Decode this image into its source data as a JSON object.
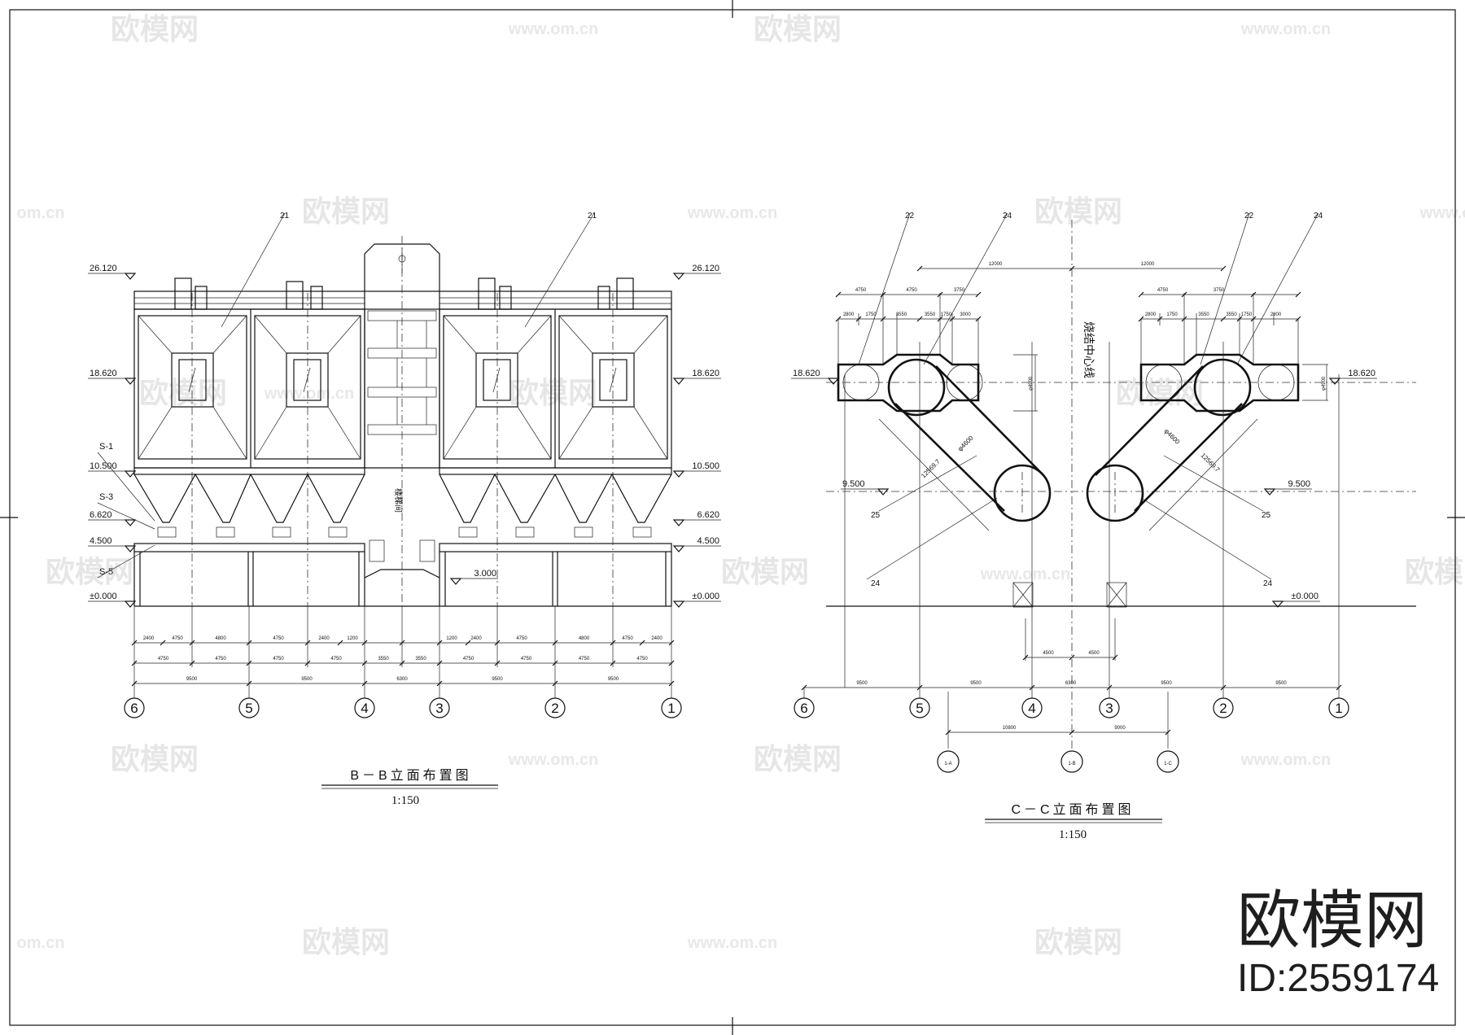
{
  "watermark": {
    "brand": "欧模网",
    "url": "www.om.cn",
    "short_url": "om.cn"
  },
  "branding": {
    "logo_text": "欧模网",
    "id_text": "ID:2559174"
  },
  "view_bb": {
    "title": "B－B立面布置图",
    "scale": "1:150",
    "levels_left": [
      "26.120",
      "18.620",
      "10.500",
      "6.620",
      "4.500",
      "±0.000"
    ],
    "levels_right": [
      "26.120",
      "18.620",
      "10.500",
      "6.620",
      "4.500",
      "±0.000"
    ],
    "level_mid": "3.000",
    "section_tags": [
      "S-1",
      "S-3",
      "S-5"
    ],
    "callouts": [
      "21",
      "21"
    ],
    "stair_label": "楼梯间",
    "axis_labels": [
      "6",
      "5",
      "4",
      "3",
      "2",
      "1"
    ],
    "dims_row1": [
      "2400",
      "4750",
      "4800",
      "4750",
      "2400",
      "1200",
      "1200",
      "2400",
      "4750",
      "4800",
      "4750",
      "2400"
    ],
    "dims_row2": [
      "4750",
      "4750",
      "4750",
      "4750",
      "3550",
      "3550",
      "4750",
      "4750",
      "4750",
      "4750"
    ],
    "dims_row3": [
      "9500",
      "9500",
      "6300",
      "9500",
      "9500"
    ]
  },
  "view_cc": {
    "title": "C－C立面布置图",
    "scale": "1:150",
    "levels_left": [
      "18.620",
      "9.500"
    ],
    "levels_right": [
      "18.620",
      "9.500",
      "±0.000"
    ],
    "callouts": [
      "22",
      "24",
      "22",
      "24",
      "25",
      "25",
      "24",
      "24"
    ],
    "duct_dims": [
      "φ4600",
      "φ4600",
      "12569.7",
      "12569.7",
      "φ4900",
      "φ4900"
    ],
    "centerline_label": "烧结中心线",
    "axis_labels": [
      "6",
      "5",
      "4",
      "3",
      "2",
      "1"
    ],
    "sub_axis_labels": [
      "1-A",
      "1-B",
      "1-C"
    ],
    "top_dims": [
      "12000",
      "12000"
    ],
    "dims_row1": [
      "4750",
      "4750",
      "3750",
      "4750",
      "3750"
    ],
    "dims_row2": [
      "2800",
      "1750",
      "3550",
      "3550",
      "1750",
      "3000",
      "2800",
      "1750",
      "3550",
      "3550",
      "1750",
      "2800"
    ],
    "bottom_dims": [
      "9500",
      "9500",
      "6300",
      "9500",
      "9500"
    ],
    "mid_dims": [
      "4500",
      "4500"
    ],
    "sub_dims": [
      "10800",
      "9000"
    ]
  }
}
